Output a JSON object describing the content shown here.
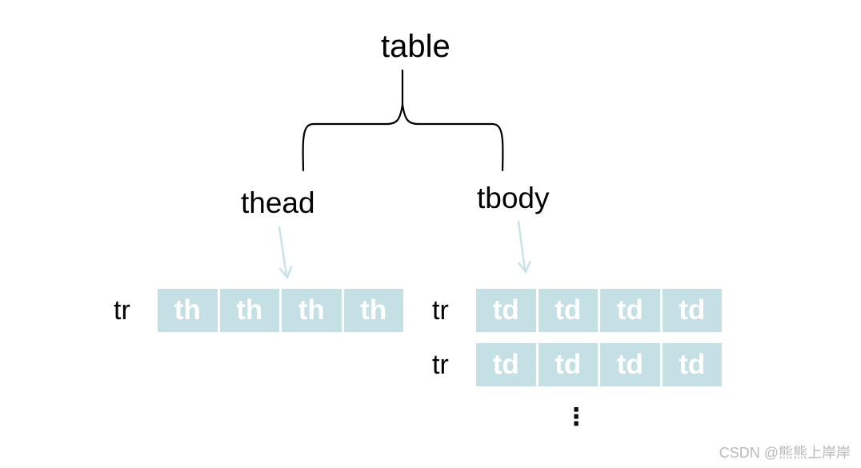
{
  "diagram": {
    "root_label": "table",
    "branches": [
      {
        "label": "thead"
      },
      {
        "label": "tbody"
      }
    ],
    "rows": [
      {
        "label": "tr",
        "cells": [
          "th",
          "th",
          "th",
          "th"
        ],
        "parent": "thead"
      },
      {
        "label": "tr",
        "cells": [
          "td",
          "td",
          "td",
          "td"
        ],
        "parent": "tbody"
      },
      {
        "label": "tr",
        "cells": [
          "td",
          "td",
          "td",
          "td"
        ],
        "parent": "tbody"
      }
    ],
    "ellipsis": "⋮"
  },
  "colors": {
    "cell_background": "#c5e0e4",
    "cell_text": "#ffffff",
    "arrow": "#c9e2e6",
    "line": "#000000",
    "watermark_text": "#b9b9b9"
  },
  "watermark": {
    "text": "CSDN @熊熊上岸岸"
  }
}
